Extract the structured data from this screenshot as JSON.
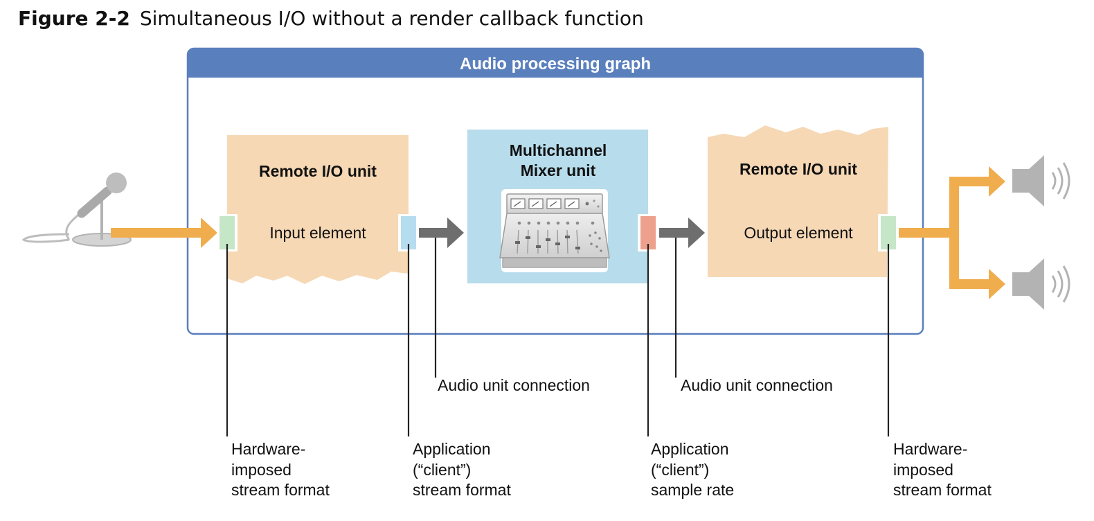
{
  "figure": {
    "number": "Figure 2-2",
    "caption": "Simultaneous I/O without a render callback function"
  },
  "graph": {
    "title": "Audio processing graph"
  },
  "units": {
    "input_io": {
      "title": "Remote I/O unit",
      "element": "Input element"
    },
    "mixer": {
      "title_line1": "Multichannel",
      "title_line2": "Mixer unit"
    },
    "output_io": {
      "title": "Remote I/O unit",
      "element": "Output element"
    }
  },
  "connections": {
    "first": "Audio unit connection",
    "second": "Audio unit connection"
  },
  "format_labels": {
    "hw_in": [
      "Hardware-",
      "imposed",
      "stream format"
    ],
    "client_format": [
      "Application",
      "(“client”)",
      "stream format"
    ],
    "client_rate": [
      "Application",
      "(“client”)",
      "sample rate"
    ],
    "hw_out": [
      "Hardware-",
      "imposed",
      "stream format"
    ]
  },
  "colors": {
    "graph_header": "#5a7fbd",
    "graph_border": "#5a7fbd",
    "io_unit_fill": "#f6d8b5",
    "mixer_fill": "#b7dceb",
    "arrow_orange": "#f0ad4e",
    "arrow_gray": "#6e6e6e",
    "port_green": "#c6e6c8",
    "port_blue": "#b6dcef",
    "port_red": "#eda18d"
  },
  "icons": {
    "input_device": "microphone-icon",
    "mixer_image": "mixing-console-icon",
    "output_devices": "speaker-icon"
  }
}
